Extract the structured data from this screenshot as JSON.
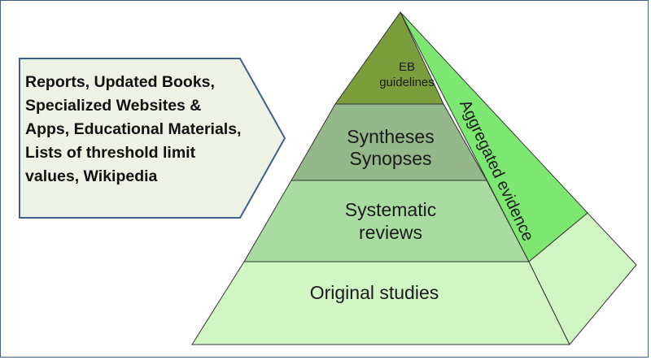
{
  "callout": {
    "lines": [
      "Reports, Updated Books,",
      "Specialized Websites &",
      "Apps, Educational Materials,",
      "Lists of threshold limit",
      "values, Wikipedia"
    ]
  },
  "pyramid": {
    "tiers": [
      {
        "lines": [
          "EB",
          "guidelines"
        ],
        "color": "#7a9e3c"
      },
      {
        "lines": [
          "Syntheses",
          "Synopses"
        ],
        "color": "#94b88a"
      },
      {
        "lines": [
          "Systematic",
          "reviews"
        ],
        "color": "#a8dca0"
      },
      {
        "lines": [
          "Original studies"
        ],
        "color": "#d2f5c4"
      }
    ],
    "side_label": "Aggregated evidence",
    "side_color": "#7de871",
    "side_base_color": "#d2f5c4"
  }
}
